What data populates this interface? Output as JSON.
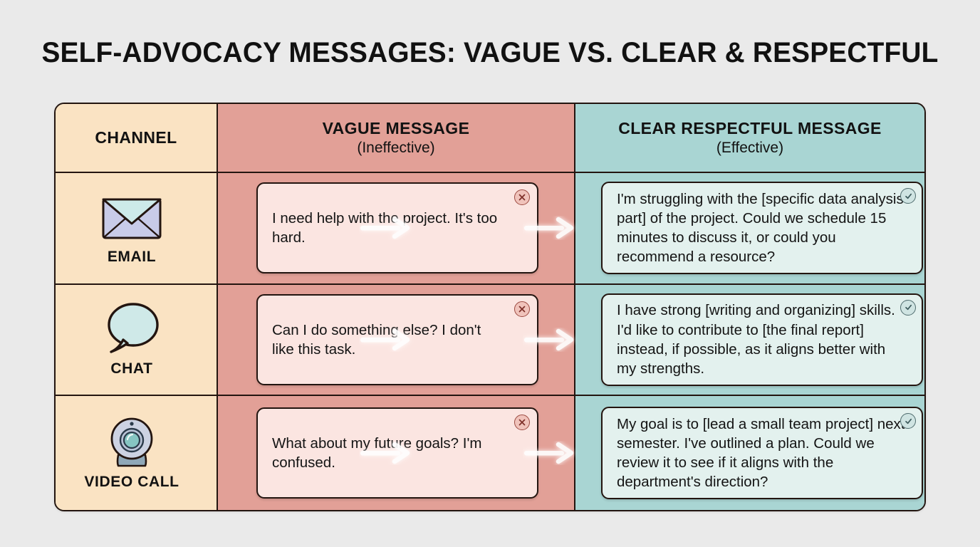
{
  "title": "SELF-ADVOCACY MESSAGES: VAGUE VS. CLEAR & RESPECTFUL",
  "colors": {
    "background": "#eaeaea",
    "border": "#231510",
    "channel_column": "#fae3c3",
    "vague_column": "#e2a097",
    "clear_column": "#a9d5d3",
    "vague_card": "#fbe5e1",
    "clear_card": "#e3f1ee",
    "x_badge_border": "#9c4a41",
    "check_badge_border": "#4e6b6d",
    "arrow": "#ffffff"
  },
  "table": {
    "headers": [
      {
        "main": "CHANNEL",
        "sub": ""
      },
      {
        "main": "VAGUE MESSAGE",
        "sub": "(Ineffective)"
      },
      {
        "main": "CLEAR RESPECTFUL MESSAGE",
        "sub": "(Effective)"
      }
    ],
    "rows": [
      {
        "channel": "EMAIL",
        "icon": "envelope-icon",
        "vague": "I need help with the project. It's too hard.",
        "vague_badge": "x-mark-icon",
        "clear": "I'm struggling with the [specific data analysis part] of the project. Could we schedule 15 minutes to discuss it, or could you recommend a resource?",
        "clear_badge": "check-mark-icon"
      },
      {
        "channel": "CHAT",
        "icon": "speech-bubble-icon",
        "vague": "Can I do something else? I don't like this task.",
        "vague_badge": "x-mark-icon",
        "clear": "I have strong [writing and organizing] skills. I'd like to contribute to [the final report] instead, if possible, as it aligns better with my strengths.",
        "clear_badge": "check-mark-icon"
      },
      {
        "channel": "VIDEO CALL",
        "icon": "webcam-icon",
        "vague": "What about my future goals? I'm confused.",
        "vague_badge": "x-mark-icon",
        "clear": "My goal is to [lead a small team project] next semester. I've outlined a plan. Could we review it to see if it aligns with the department's direction?",
        "clear_badge": "check-mark-icon"
      }
    ]
  }
}
